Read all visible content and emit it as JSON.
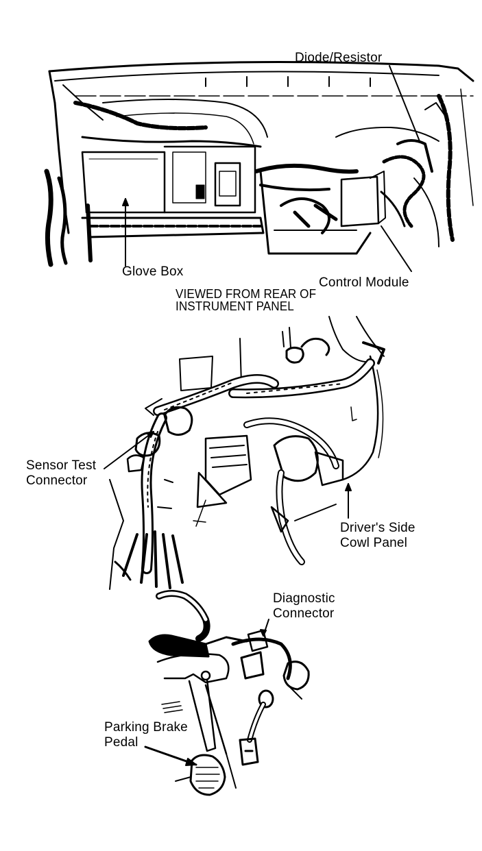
{
  "colors": {
    "ink": "#000000",
    "paper": "#ffffff"
  },
  "labels": {
    "diode_resistor": "Diode/Resistor",
    "glove_box": "Glove Box",
    "control_module": "Control Module",
    "caption_line1": "VIEWED FROM REAR OF",
    "caption_line2": "INSTRUMENT PANEL",
    "sensor_test_line1": "Sensor Test",
    "sensor_test_line2": "Connector",
    "drivers_side_line1": "Driver's Side",
    "drivers_side_line2": "Cowl Panel",
    "diagnostic_line1": "Diagnostic",
    "diagnostic_line2": "Connector",
    "parking_brake_line1": "Parking Brake",
    "parking_brake_line2": "Pedal"
  }
}
